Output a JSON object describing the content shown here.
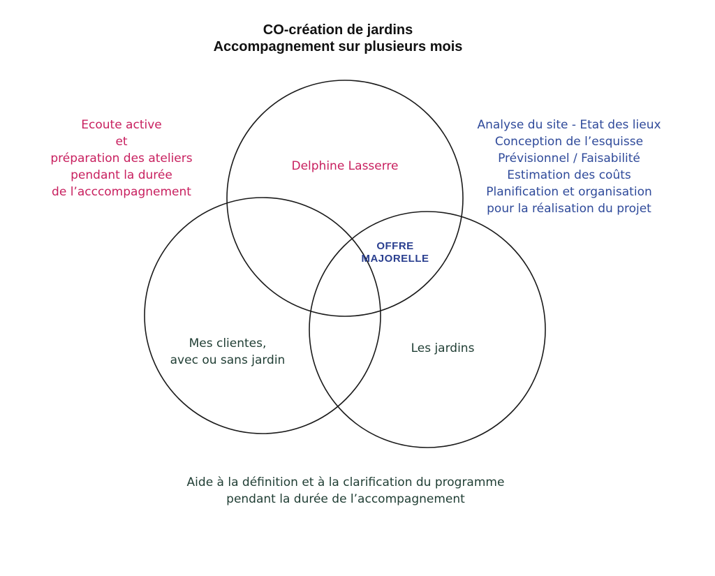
{
  "title": {
    "line1": "CO-création de jardins",
    "line2": "Accompagnement sur plusieurs mois"
  },
  "left_note": {
    "lines": [
      "Ecoute active",
      "et",
      "préparation des ateliers",
      "pendant la durée",
      "de l’acccompagnement"
    ]
  },
  "right_note": {
    "lines": [
      "Analyse du site - Etat des lieux",
      "Conception de l’esquisse",
      "Prévisionnel / Faisabilité",
      "Estimation des coûts",
      "Planification et organisation",
      "pour la réalisation du projet"
    ]
  },
  "circles": {
    "top": "Delphine Lasserre",
    "left_line1": "Mes clientes,",
    "left_line2": "avec ou sans jardin",
    "right": "Les jardins"
  },
  "center": {
    "line1": "OFFRE",
    "line2": "MAJORELLE"
  },
  "bottom_note": {
    "line1": "Aide à la définition et à la clarification du programme",
    "line2": "pendant la durée de l’accompagnement"
  },
  "colors": {
    "pink": "#c8205f",
    "blue": "#2f4a9a",
    "green": "#1f3d33",
    "circle_stroke": "#1a1a1a"
  }
}
